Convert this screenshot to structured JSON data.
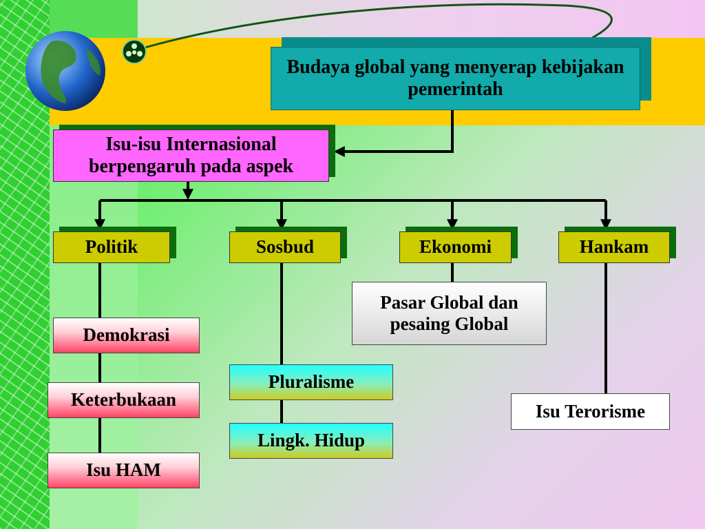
{
  "diagram": {
    "top": "Budaya global yang menyerap kebijakan pemerintah",
    "international": "Isu-isu Internasional berpengaruh pada aspek",
    "categories": {
      "politik": "Politik",
      "sosbud": "Sosbud",
      "ekonomi": "Ekonomi",
      "hankam": "Hankam"
    },
    "politik_items": [
      "Demokrasi",
      "Keterbukaan",
      "Isu HAM"
    ],
    "sosbud_items": [
      "Pluralisme",
      "Lingk. Hidup"
    ],
    "ekonomi_items": [
      "Pasar Global dan pesaing Global"
    ],
    "hankam_items": [
      "Isu Terorisme"
    ]
  },
  "colors": {
    "top_box": "#12aaaa",
    "international_box": "#ff66ff",
    "category_box": "#cccc00",
    "band": "#ffcc00",
    "connector": "#000000"
  },
  "icons": [
    "globe-icon",
    "orbit-node-icon"
  ]
}
